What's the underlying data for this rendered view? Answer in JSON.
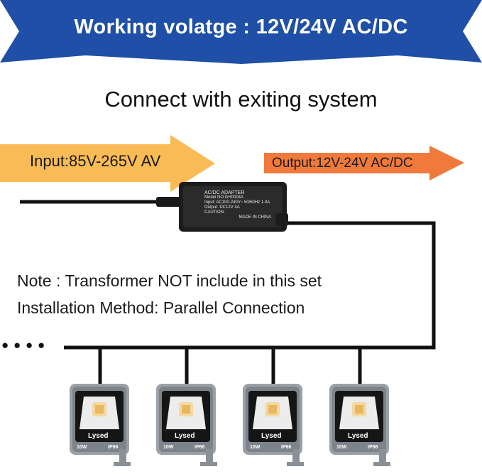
{
  "banner": {
    "text": "Working volatge : 12V/24V AC/DC",
    "color": "#1f4fa6"
  },
  "subtitle": "Connect with exiting system",
  "input_arrow": {
    "label": "Input:85V-265V AV",
    "color": "#f8bb55"
  },
  "output_arrow": {
    "label": "Output:12V-24V AC/DC",
    "color": "#f07a3c"
  },
  "adapter": {
    "lines": [
      "AC/DC ADAPTER",
      "Model NO:GH0004A",
      "Input: AC100-240V~ 50/60Hz 1.0A",
      "Output: DC12V 4A",
      "CAUTION:",
      "MADE IN CHINA"
    ]
  },
  "notes": {
    "note": "Note : Transformer NOT include in this set",
    "method": "Installation Method: Parallel Connection"
  },
  "continuation_dots": "● ● ● ●",
  "lamps": [
    {
      "brand": "Lysed",
      "power": "10W",
      "rating": "IP66"
    },
    {
      "brand": "Lysed",
      "power": "10W",
      "rating": "IP66"
    },
    {
      "brand": "Lysed",
      "power": "10W",
      "rating": "IP66"
    },
    {
      "brand": "Lysed",
      "power": "10W",
      "rating": "IP66"
    }
  ]
}
